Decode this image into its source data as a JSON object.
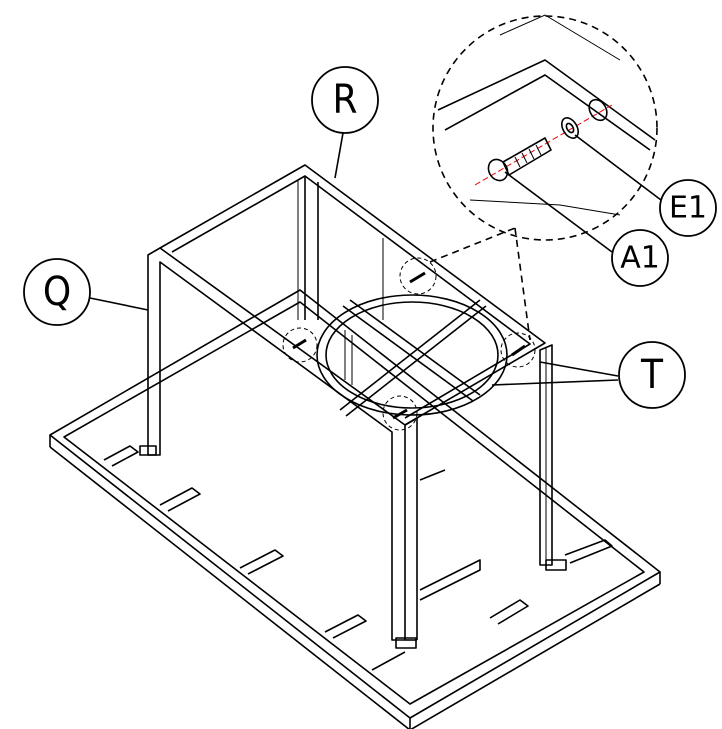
{
  "labels": {
    "R": "R",
    "Q": "Q",
    "E1": "E1",
    "A1": "A1",
    "T": "T"
  },
  "colors": {
    "line": "#000000",
    "axis": "#e00000"
  }
}
